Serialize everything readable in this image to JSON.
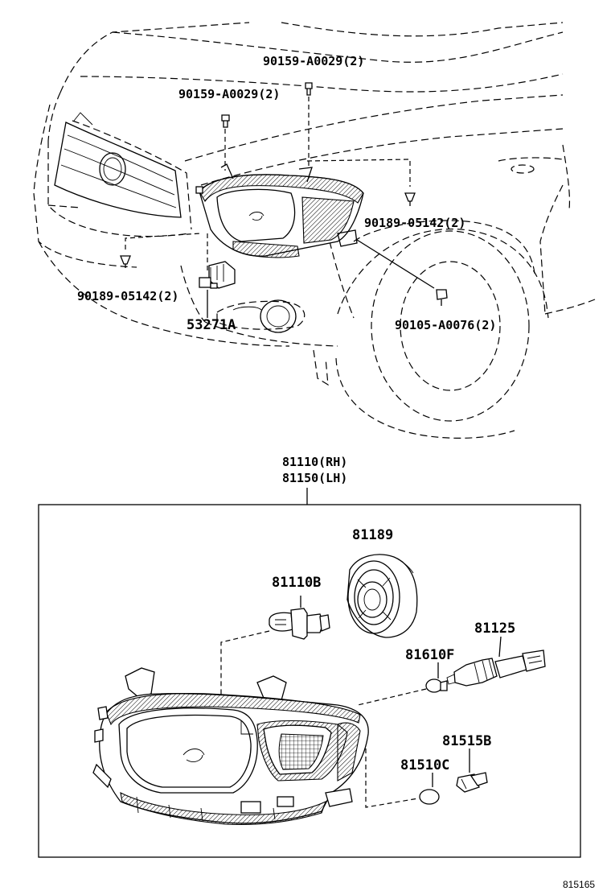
{
  "labels": {
    "top_bolt_right": "90159-A0029(2)",
    "top_bolt_left": "90159-A0029(2)",
    "clip_right": "90189-05142(2)",
    "clip_left": "90189-05142(2)",
    "bracket": "53271A",
    "screw": "90105-A0076(2)",
    "assy_rh": "81110(RH)",
    "assy_lh": "81150(LH)",
    "bulb_cover": "81189",
    "hid_bulb": "81110B",
    "bulb_socket": "81125",
    "wedge_bulb": "81610F",
    "side_socket": "81515B",
    "side_bulb": "81510C",
    "diagram_code": "815165"
  }
}
